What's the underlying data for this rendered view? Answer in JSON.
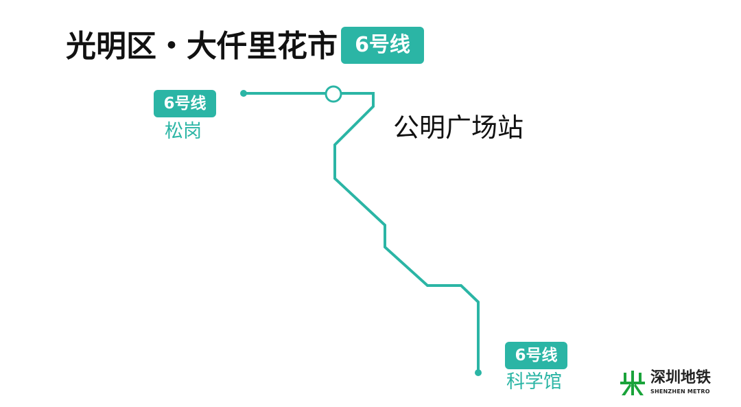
{
  "header": {
    "district_title": "光明区・大仟里花市",
    "line_badge": "6号线"
  },
  "route": {
    "line_name": "6号线",
    "line_color": "#2bb5a5",
    "current_station": "公明广场站",
    "terminals": [
      {
        "badge": "6号线",
        "station": "松岗"
      },
      {
        "badge": "6号线",
        "station": "科学馆"
      }
    ]
  },
  "logo": {
    "name_cn": "深圳地铁",
    "name_en": "SHENZHEN METRO",
    "brand_color": "#1aa33a"
  }
}
